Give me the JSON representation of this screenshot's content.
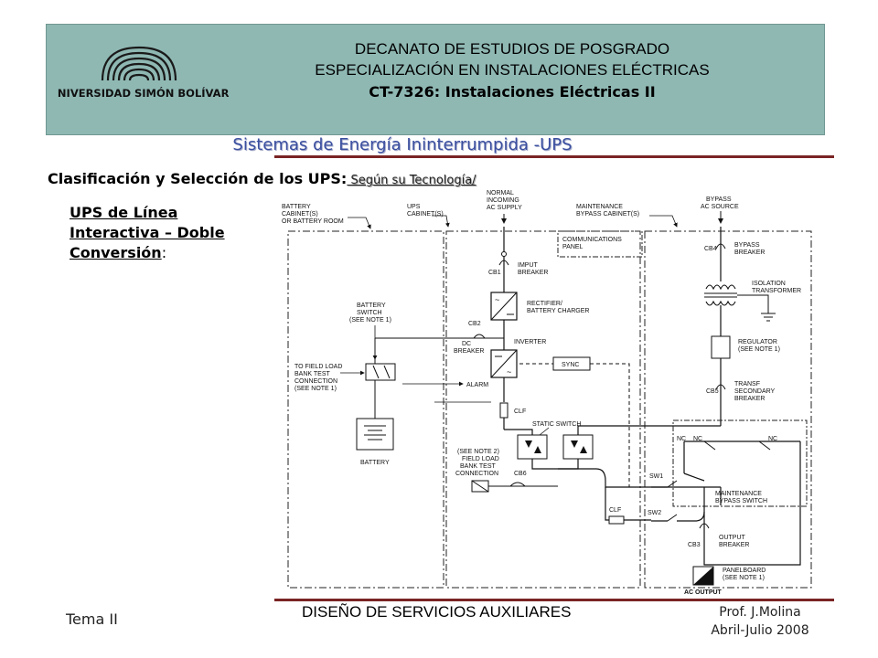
{
  "header": {
    "university": "UNIVERSIDAD SIMÓN BOLÍVAR",
    "line1": "DECANATO DE ESTUDIOS DE POSGRADO",
    "line2": "ESPECIALIZACIÓN EN INSTALACIONES ELÉCTRICAS",
    "line3": "CT-7326: Instalaciones Eléctricas II"
  },
  "subtitle": "Sistemas de Energía Ininterrumpida -UPS",
  "classification": {
    "main": "Clasificación y Selección de los UPS",
    "colon": ":",
    "sub": " Según su Tecnología/"
  },
  "ups_type": {
    "line1": "UPS de Línea",
    "line2": "Interactiva – Doble",
    "line3": "Conversión",
    "colon": ":"
  },
  "diagram": {
    "battery_cabinet": [
      "BATTERY",
      "CABINET(S)",
      "OR BATTERY ROOM"
    ],
    "ups_cabinet": [
      "UPS",
      "CABINET(S)"
    ],
    "normal_incoming": [
      "NORMAL",
      "INCOMING",
      "AC SUPPLY"
    ],
    "maintenance_cabinet": [
      "MAINTENANCE",
      "BYPASS CABINET(S)"
    ],
    "bypass_source": [
      "BYPASS",
      "AC SOURCE"
    ],
    "communications": [
      "COMMUNICATIONS",
      "PANEL"
    ],
    "cb1": "CB1",
    "imput_breaker": [
      "IMPUT",
      "BREAKER"
    ],
    "cb4": "CB4",
    "bypass_breaker": [
      "BYPASS",
      "BREAKER"
    ],
    "isolation": [
      "ISOLATION",
      "TRANSFORMER"
    ],
    "battery_switch": [
      "BATTERY",
      "SWITCH",
      "(SEE NOTE 1)"
    ],
    "cb2": "CB2",
    "rectifier": [
      "RECTIFIER/",
      "BATTERY CHARGER"
    ],
    "dc_breaker": [
      "DC",
      "BREAKER"
    ],
    "inverter": "INVERTER",
    "regulator": [
      "REGULATOR",
      "(SEE NOTE 1)"
    ],
    "field_load": [
      "TO FIELD LOAD",
      "BANK TEST",
      "CONNECTION",
      "(SEE NOTE 1)"
    ],
    "sync": "SYNC",
    "alarm": "ALARM",
    "cb5": "CB5",
    "transf_secondary": [
      "TRANSF",
      "SECONDARY",
      "BREAKER"
    ],
    "clf1": "CLF",
    "static_switch": "STATIC SWITCH",
    "nc": "NC",
    "battery": "BATTERY",
    "field_load2": [
      "(SEE NOTE 2)",
      "FIELD LOAD",
      "BANK TEST",
      "CONNECTION"
    ],
    "cb6": "CB6",
    "sw1": "SW1",
    "maint_switch": [
      "MAINTENANCE",
      "BYPASS SWITCH"
    ],
    "clf2": "CLF",
    "sw2": "SW2",
    "cb3": "CB3",
    "output_breaker": [
      "OUTPUT",
      "BREAKER"
    ],
    "panelboard": [
      "PANELBOARD",
      "(SEE NOTE 1)"
    ],
    "ac_output": "AC OUTPUT"
  },
  "footer": {
    "left": "Tema II",
    "middle": "DISEÑO DE SERVICIOS AUXILIARES",
    "right1": "Prof. J.Molina",
    "right2": "Abril-Julio  2008"
  }
}
